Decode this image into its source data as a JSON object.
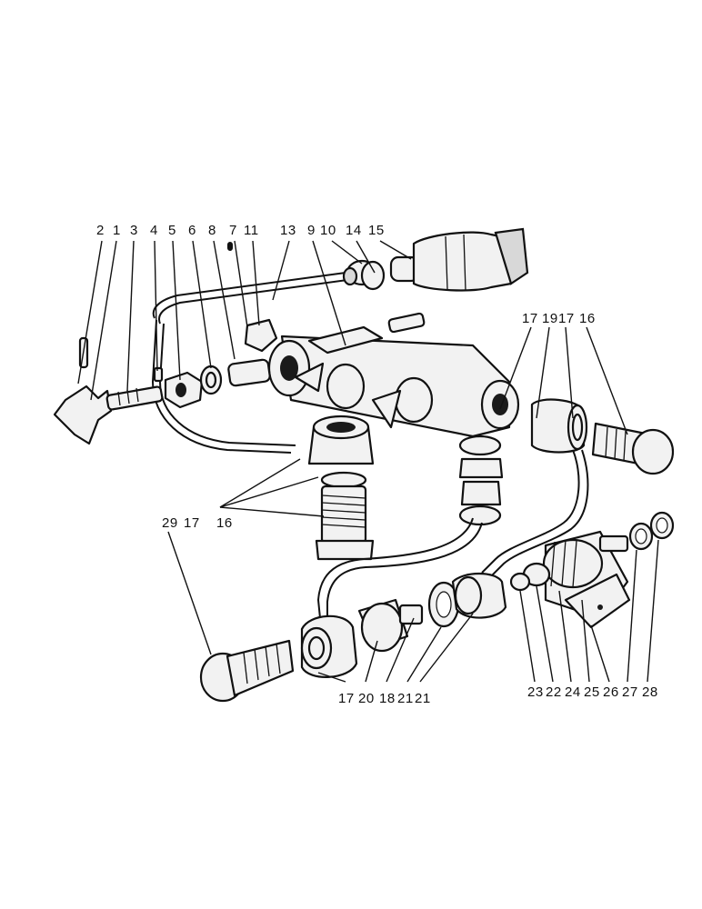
{
  "labels": {
    "top_left": [
      "2",
      "1",
      "3",
      "4",
      "5",
      "6",
      "8",
      "7",
      "11",
      "13",
      "9",
      "10",
      "14",
      "15"
    ],
    "top_right": [
      "17",
      "19",
      "17",
      "16"
    ],
    "middle_left": [
      "29",
      "17",
      "16"
    ],
    "bottom_center": [
      "17",
      "20",
      "18",
      "21",
      "21"
    ],
    "bottom_right": [
      "23",
      "22",
      "24",
      "25",
      "26",
      "27",
      "28"
    ]
  }
}
